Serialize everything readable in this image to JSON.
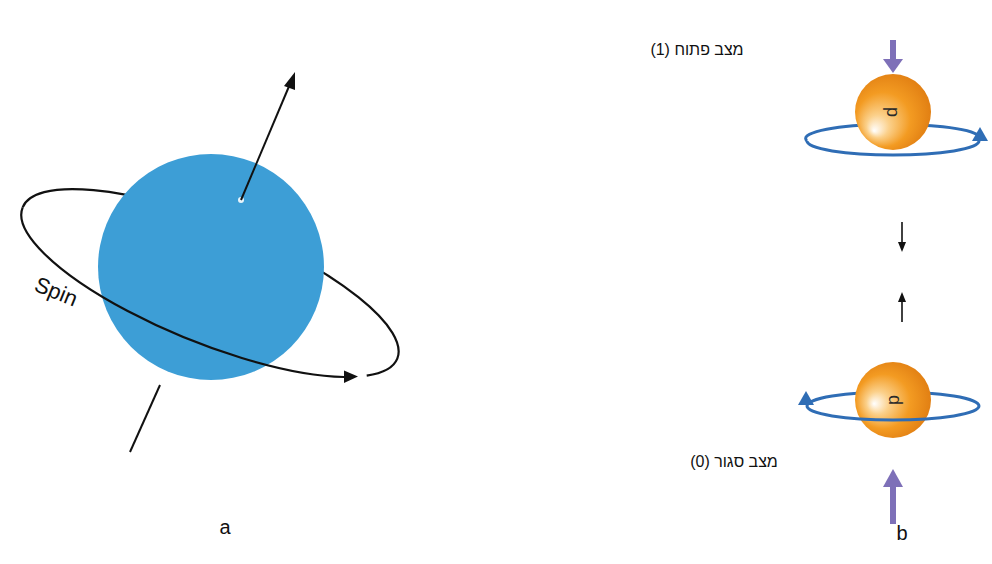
{
  "diagram": {
    "nodes": [
      {
        "text": [
          "p"
        ]
      },
      {
        "text": [
          "p"
        ]
      }
    ],
    "labels": [
      "Spin",
      "a",
      "מצב פתוח (1)",
      "(0) מצב סגור",
      "b"
    ]
  }
}
